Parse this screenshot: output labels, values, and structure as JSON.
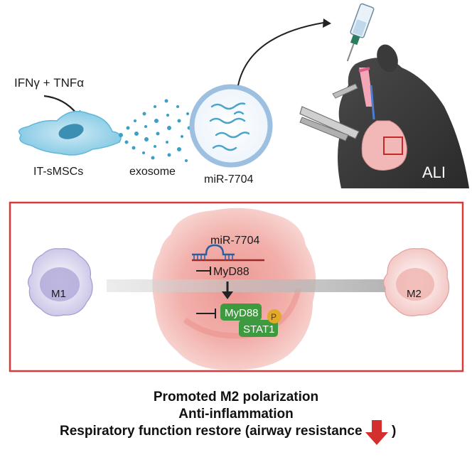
{
  "top": {
    "stimulus_label": "IFNγ + TNFα",
    "cell_label": "IT-sMSCs",
    "exosome_label": "exosome",
    "mirna_label": "miR-7704",
    "disease_label": "ALI"
  },
  "mechanism": {
    "mirna_label": "miR-7704",
    "target_label": "MyD88",
    "protein1_label": "MyD88",
    "protein2_label": "STAT1",
    "phospho_label": "P",
    "m1_label": "M1",
    "m2_label": "M2"
  },
  "outcomes": {
    "line1": "Promoted M2 polarization",
    "line2": "Anti-inflammation",
    "line3": "Respiratory function restore (airway resistance",
    "line3_close": ")"
  },
  "colors": {
    "frame_red": "#d63a3a",
    "cell_blue": "#5fb8d9",
    "exosome_ring": "#9dbfe0",
    "macrophage_pink": "#e8a7a3",
    "protein_green": "#3e9a3e",
    "phospho_orange": "#e3a928",
    "down_arrow_red": "#d32f2f"
  }
}
